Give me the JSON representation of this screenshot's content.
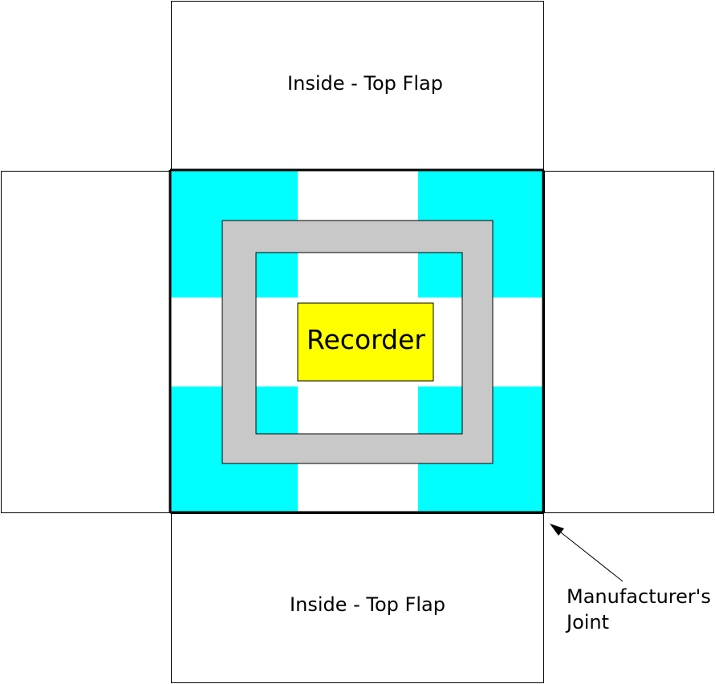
{
  "labels": {
    "top_flap": "Inside - Top Flap",
    "bottom_flap": "Inside - Top Flap",
    "recorder": "Recorder",
    "joint_line1": "Manufacturer's",
    "joint_line2": "Joint"
  },
  "colors": {
    "corner_pad": "#00FFFF",
    "frame": "#C8C8C8",
    "recorder": "#FFFF00",
    "outline": "#000000",
    "background": "#FFFFFF"
  }
}
